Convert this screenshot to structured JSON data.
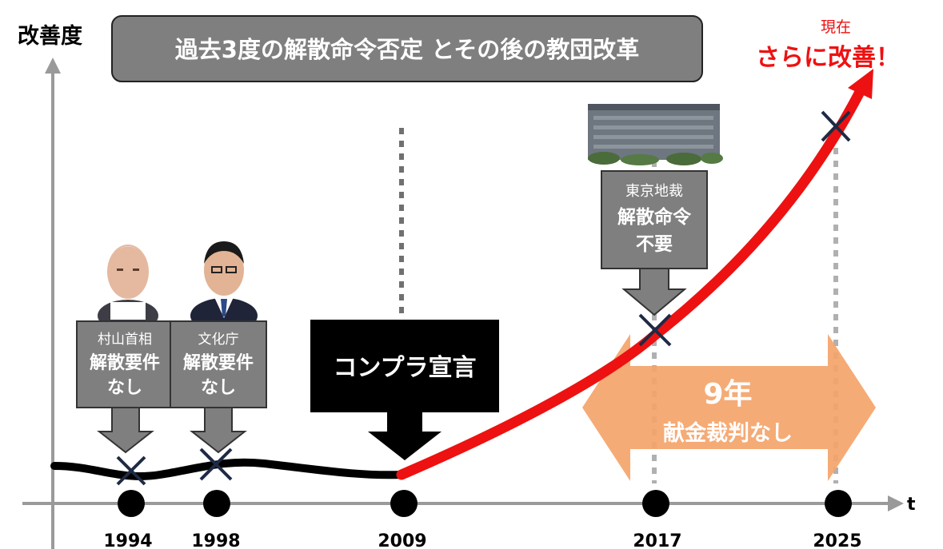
{
  "title": "過去3度の解散命令否定 とその後の教団改革",
  "axis": {
    "y_label": "改善度",
    "x_label": "t"
  },
  "years": [
    "1994",
    "1998",
    "2009",
    "2017",
    "2025"
  ],
  "now": {
    "label": "現在",
    "headline": "さらに改善！"
  },
  "events": {
    "murayama": {
      "line1": "村山首相",
      "line2": "解散要件",
      "line3": "なし"
    },
    "bunkacho": {
      "line1": "文化庁",
      "line2": "解散要件",
      "line3": "なし"
    },
    "compliance": {
      "label": "コンプラ宣言"
    },
    "tokyo": {
      "line1": "東京地裁",
      "line2": "解散命令",
      "line3": "不要"
    }
  },
  "span": {
    "years": "9年",
    "note": "献金裁判なし"
  },
  "colors": {
    "grey_box": "#7f7f7f",
    "red": "#ee1111",
    "orange": "#f4a46a",
    "black": "#000000",
    "axis": "#9a9a9a"
  },
  "icons": {
    "portrait_1": "elderly-man-portrait-icon",
    "portrait_2": "man-in-suit-portrait-icon",
    "building": "courthouse-building-icon",
    "cross_marker": "x-mark-icon"
  }
}
